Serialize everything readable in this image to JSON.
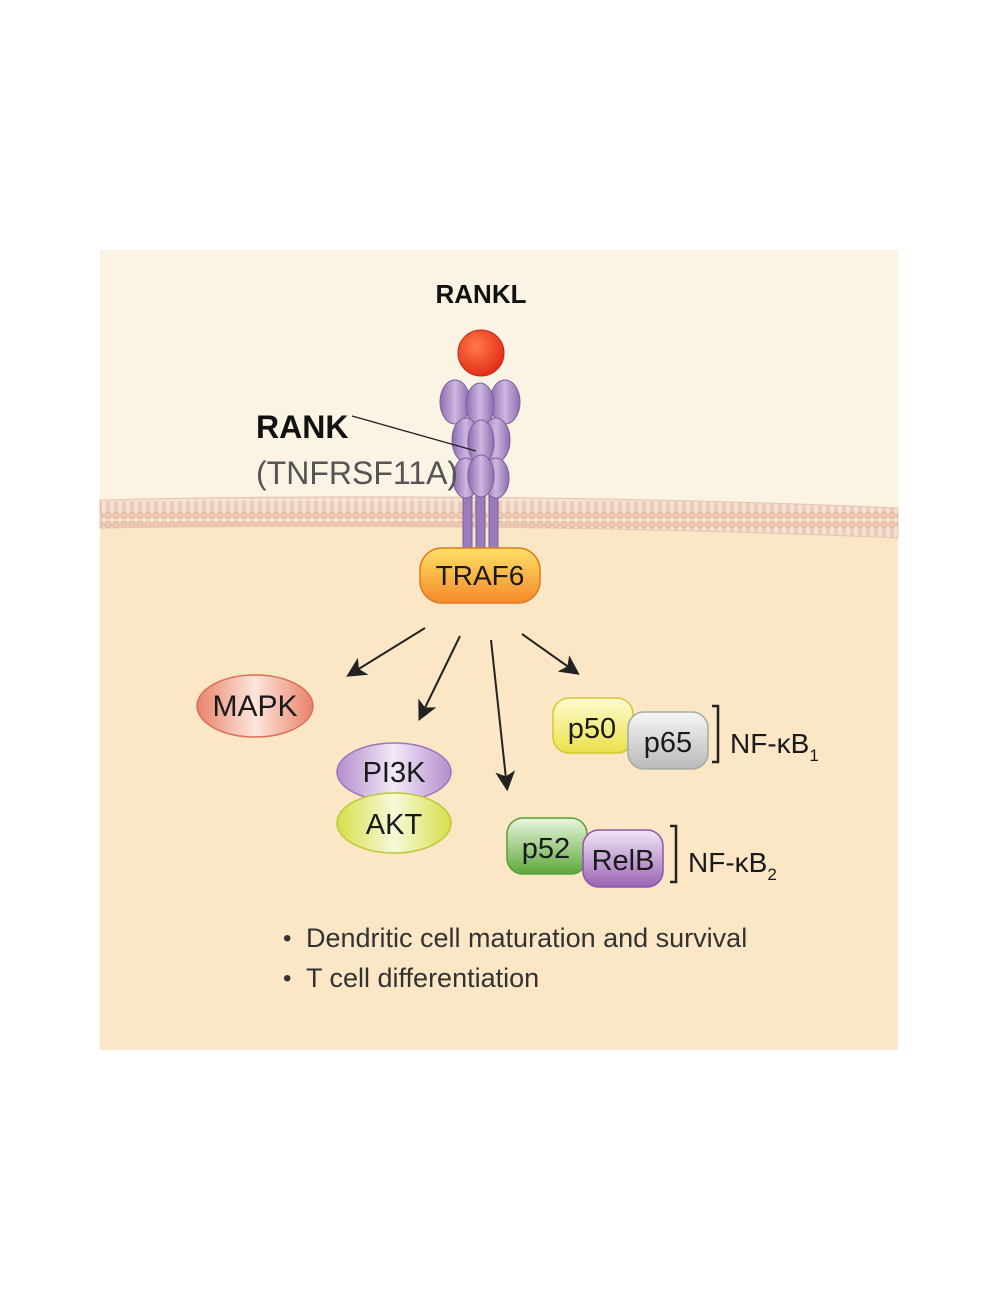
{
  "labels": {
    "ligand": "RANKL",
    "receptor": "RANK",
    "receptor_gene": "(TNFRSF11A)",
    "adaptor": "TRAF6",
    "mapk": "MAPK",
    "pi3k": "PI3K",
    "akt": "AKT",
    "p50": "p50",
    "p65": "p65",
    "p52": "p52",
    "relb": "RelB",
    "nfkb1_prefix": "NF-κB",
    "nfkb1_sub": "1",
    "nfkb2_prefix": "NF-κB",
    "nfkb2_sub": "2"
  },
  "outcomes": {
    "bullet": "•",
    "items": [
      "Dendritic cell maturation and survival",
      "T cell differentiation"
    ]
  },
  "colors": {
    "panel": "#fbf3e4",
    "cytoplasm": "#fbe7c6",
    "membrane": "#f1d1be",
    "ligand": "#ec3b1f",
    "receptor": "#a98bc4",
    "traf6": "#f7a73b",
    "mapk": "#f2a58d",
    "pi3k": "#c6a8d8",
    "akt": "#e4e884",
    "p50": "#f5ee73",
    "p65": "#d9d9d9",
    "p52": "#86c06a",
    "relb": "#b88bc8"
  }
}
